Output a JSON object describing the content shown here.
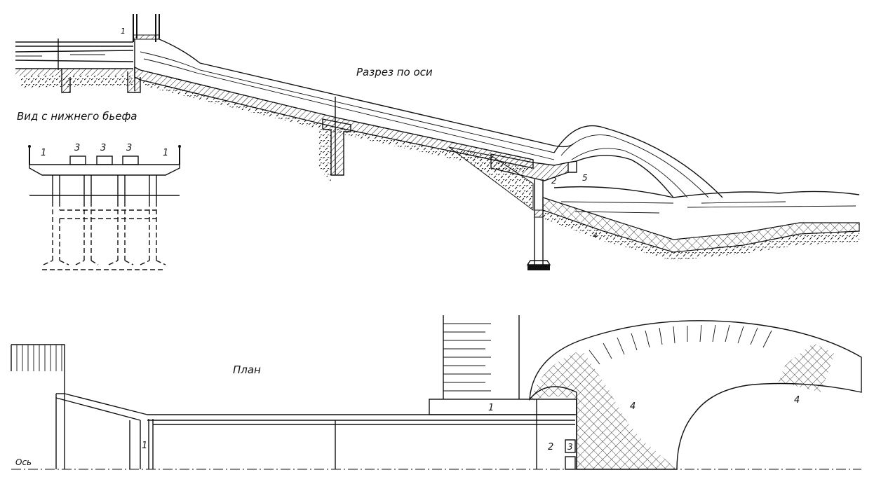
{
  "section_title": "Разрез по оси",
  "downstream_view_title": "Вид с нижнего бьефа",
  "plan_title": "План",
  "axis_label": "Ось",
  "markers": {
    "m1": "1",
    "m2": "2",
    "m3": "3",
    "m4": "4",
    "m5": "5"
  }
}
